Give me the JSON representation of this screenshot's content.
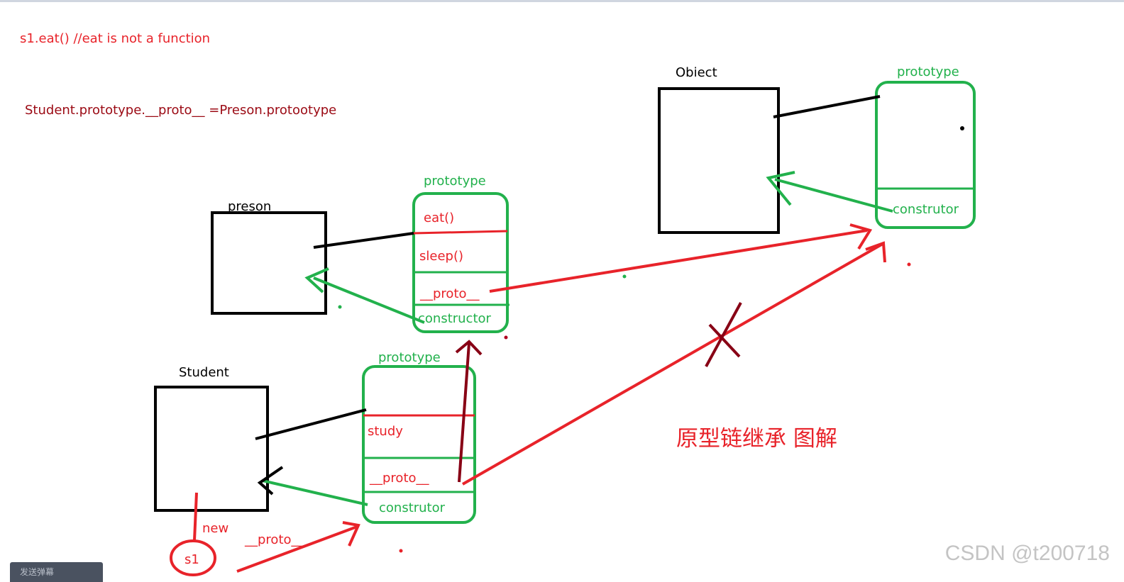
{
  "colors": {
    "red": "#e8232a",
    "green": "#22b14c",
    "black": "#000000",
    "darkred": "#880015",
    "codeRed": "#b00020"
  },
  "notes": {
    "eat_call": "s1.eat()   //eat is not a function",
    "assignment": "Student.prototype.__proto__ =Preson.protootype"
  },
  "object": {
    "title": "Obiect",
    "proto_title": "prototype",
    "proto_constructor": "construtor"
  },
  "person": {
    "title": "preson",
    "proto_title": "prototype",
    "eat": "eat()",
    "sleep": "sleep()",
    "proto_label": "__proto__",
    "constructor_label": "constructor"
  },
  "student": {
    "title": "Student",
    "proto_title": "prototype",
    "study": "study",
    "proto_label": "__proto__",
    "constructor_label": "construtor"
  },
  "instance": {
    "name": "s1",
    "new_label": "new",
    "proto_label": "__proto__"
  },
  "caption": "原型链继承 图解",
  "watermark": "CSDN @t200718",
  "bottom_tab": "发送弹幕"
}
